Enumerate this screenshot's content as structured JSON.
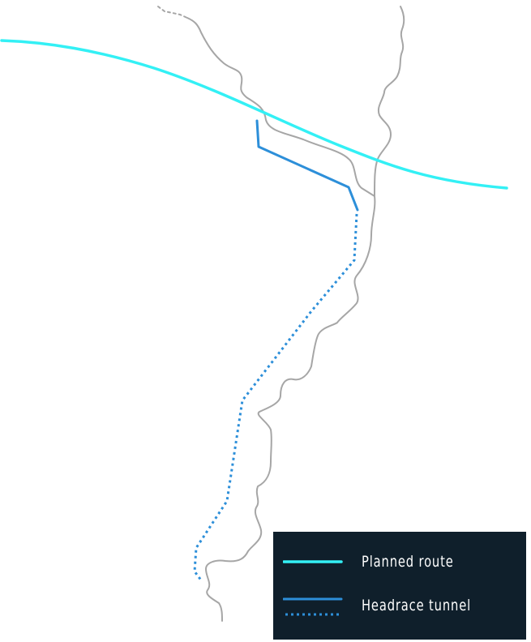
{
  "legend": {
    "items": [
      {
        "label": "Planned route",
        "style": "solid",
        "color": "#33f0f5"
      },
      {
        "label": "Headrace tunnel",
        "style": "solid-and-dotted",
        "color": "#2d8fd9"
      }
    ],
    "background": "#0f1f2b",
    "text_color": "#ffffff"
  },
  "colors": {
    "river": "#a6a6a6",
    "planned_route": "#33f0f5",
    "tunnel": "#2d8fd9",
    "background": "#ffffff"
  }
}
